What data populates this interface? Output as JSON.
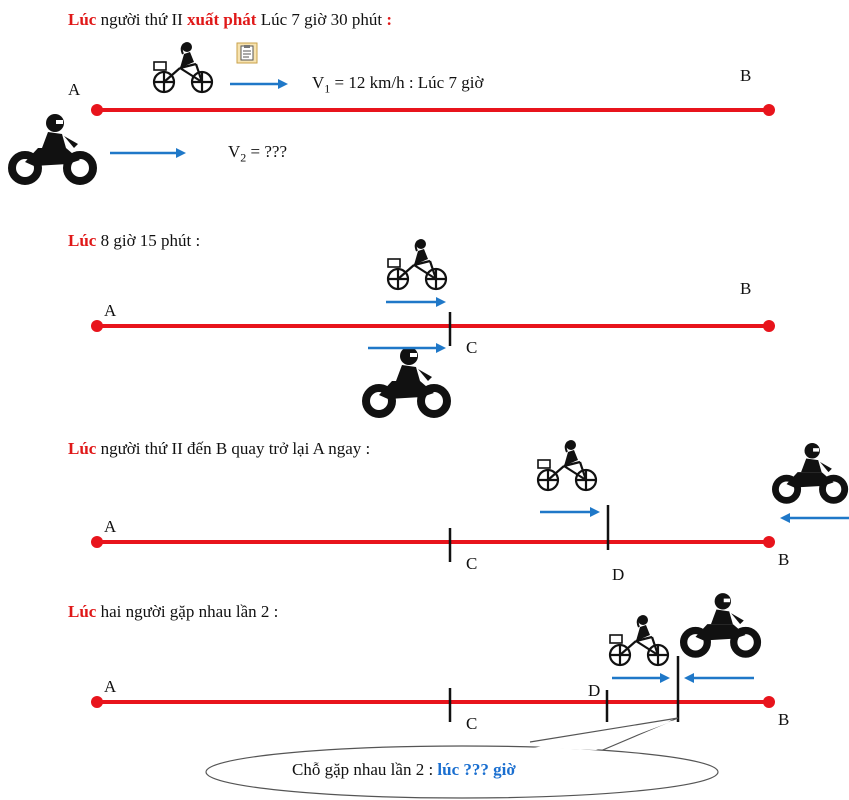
{
  "scene1": {
    "heading_prefix": "Lúc",
    "heading_mid": " người thứ II ",
    "heading_highlight": "xuất phát",
    "heading_suffix": " Lúc 7 giờ 30 phút ",
    "heading_colon": ":",
    "label_a": "A",
    "label_b": "B",
    "v1_label": "V",
    "v1_sub": "1",
    "v1_rest": " = 12 km/h : Lúc 7 giờ",
    "v2_label": "V",
    "v2_sub": "2",
    "v2_rest": " = ???"
  },
  "scene2": {
    "heading_prefix": "Lúc",
    "heading_rest": " 8 giờ 15 phút :",
    "label_a": "A",
    "label_b": "B",
    "label_c": "C"
  },
  "scene3": {
    "heading_prefix": "Lúc",
    "heading_rest": " người thứ II đến B quay trở lại A ngay :",
    "label_a": "A",
    "label_b": "B",
    "label_c": "C",
    "label_d": "D"
  },
  "scene4": {
    "heading_prefix": "Lúc",
    "heading_rest": " hai người gặp nhau lần 2 :",
    "label_a": "A",
    "label_b": "B",
    "label_c": "C",
    "label_d": "D",
    "callout_prefix": "Chỗ gặp nhau lần 2 : ",
    "callout_highlight": "lúc ??? giờ"
  },
  "colors": {
    "road": "#e8141c",
    "arrow": "#1f78c8",
    "accent_red": "#e01818",
    "accent_blue": "#1a6fd0"
  },
  "icons": [
    "bicycle-rider-icon",
    "motorcycle-rider-icon",
    "clipboard-icon"
  ]
}
